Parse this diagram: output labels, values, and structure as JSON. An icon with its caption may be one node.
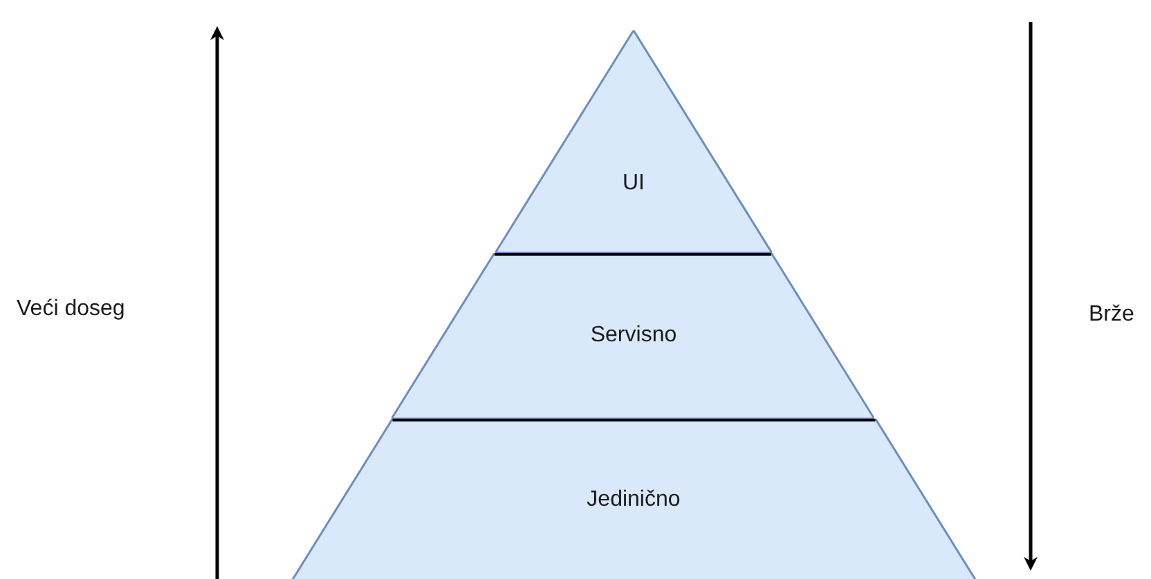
{
  "diagram": {
    "nodes": [
      {
        "text": [
          "UI"
        ]
      },
      {
        "text": [
          "Servisno"
        ]
      },
      {
        "text": [
          "Jedinično"
        ]
      }
    ],
    "labels": [
      "Veći doseg",
      "Brže"
    ]
  }
}
